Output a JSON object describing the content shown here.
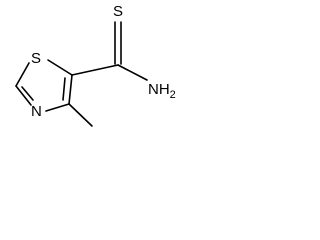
{
  "molecule": {
    "atoms": {
      "ring_sulfur": "S",
      "thioamide_sulfur": "S",
      "ring_nitrogen": "N",
      "amine": "NH",
      "amine_subscript": "2"
    },
    "colors": {
      "bond": "#000000",
      "label": "#000000",
      "background": "#ffffff"
    }
  }
}
